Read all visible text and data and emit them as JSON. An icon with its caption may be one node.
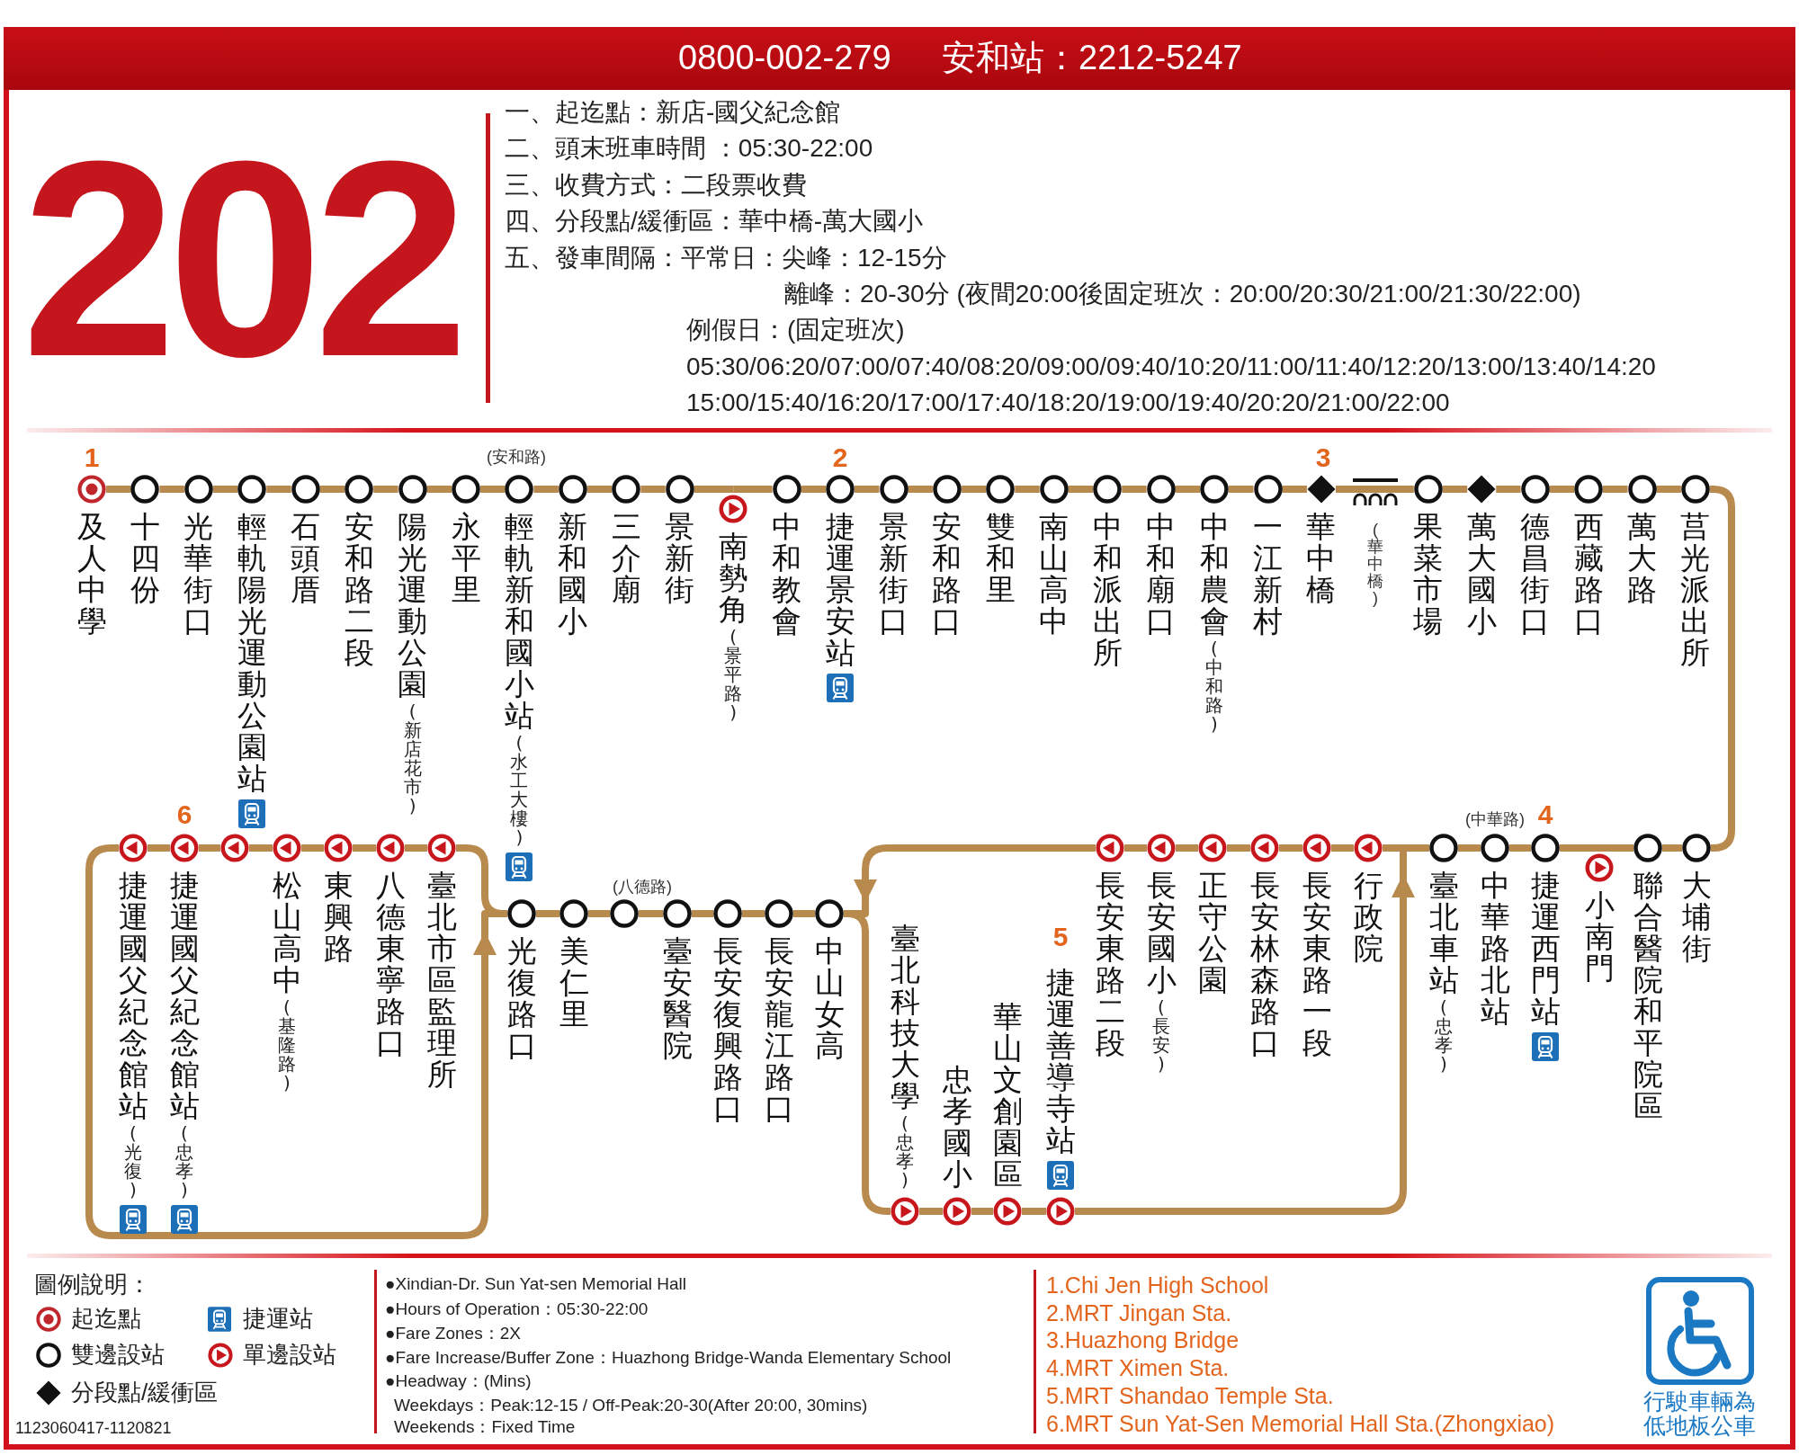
{
  "diagram": {
    "title": "202",
    "nodes": [
      {
        "text": [
          "及人中學"
        ]
      },
      {
        "text": [
          "十四份"
        ]
      },
      {
        "text": [
          "光華街口"
        ]
      },
      {
        "text": [
          "輕軌陽光運動公園站"
        ]
      },
      {
        "text": [
          "石頭厝"
        ]
      },
      {
        "text": [
          "安和路二段"
        ]
      },
      {
        "text": [
          "陽光運動公園",
          "(新店花市)"
        ]
      },
      {
        "text": [
          "永平里"
        ]
      },
      {
        "text": [
          "輕軌新和國小站",
          "(水工大樓)"
        ]
      },
      {
        "text": [
          "新和國小"
        ]
      },
      {
        "text": [
          "三介廟"
        ]
      },
      {
        "text": [
          "景新街"
        ]
      },
      {
        "text": [
          "南勢角",
          "(景平路)"
        ]
      },
      {
        "text": [
          "中和教會"
        ]
      },
      {
        "text": [
          "捷運景安站"
        ]
      },
      {
        "text": [
          "景新街口"
        ]
      },
      {
        "text": [
          "安和路口"
        ]
      },
      {
        "text": [
          "雙和里"
        ]
      },
      {
        "text": [
          "南山高中"
        ]
      },
      {
        "text": [
          "中和派出所"
        ]
      },
      {
        "text": [
          "中和廟口"
        ]
      },
      {
        "text": [
          "中和農會",
          "(中和路)"
        ]
      },
      {
        "text": [
          "一江新村"
        ]
      },
      {
        "text": [
          "華中橋"
        ]
      },
      {
        "text": [
          "果菜市場"
        ]
      },
      {
        "text": [
          "萬大國小"
        ]
      },
      {
        "text": [
          "德昌街口"
        ]
      },
      {
        "text": [
          "西藏路口"
        ]
      },
      {
        "text": [
          "萬大路"
        ]
      },
      {
        "text": [
          "莒光派出所"
        ]
      },
      {
        "text": [
          "大埔街"
        ]
      },
      {
        "text": [
          "聯合醫院和平院區"
        ]
      },
      {
        "text": [
          "小南門"
        ]
      },
      {
        "text": [
          "捷運西門站"
        ]
      },
      {
        "text": [
          "中華路北站"
        ]
      },
      {
        "text": [
          "臺北車站",
          "(忠孝)"
        ]
      },
      {
        "text": [
          "行政院"
        ]
      },
      {
        "text": [
          "長安東路一段"
        ]
      },
      {
        "text": [
          "長安林森路口"
        ]
      },
      {
        "text": [
          "正守公園"
        ]
      },
      {
        "text": [
          "長安國小",
          "(長安)"
        ]
      },
      {
        "text": [
          "長安東路二段"
        ]
      },
      {
        "text": [
          "中山女高"
        ]
      },
      {
        "text": [
          "長安龍江路口"
        ]
      },
      {
        "text": [
          "長安復興路口"
        ]
      },
      {
        "text": [
          "臺安醫院"
        ]
      },
      {
        "text": [],
        "shape": "circle"
      },
      {
        "text": [
          "美仁里"
        ]
      },
      {
        "text": [
          "光復路口"
        ]
      },
      {
        "text": [
          "臺北市區監理所"
        ]
      },
      {
        "text": [
          "八德東寧路口"
        ]
      },
      {
        "text": [
          "東興路"
        ]
      },
      {
        "text": [
          "松山高中",
          "(基隆路)"
        ]
      },
      {
        "text": [],
        "shape": "circle"
      },
      {
        "text": [
          "捷運國父紀念館站",
          "(忠孝)"
        ]
      },
      {
        "text": [
          "捷運國父紀念館站",
          "(光復)"
        ]
      },
      {
        "text": [
          "臺北科技大學",
          "(忠孝)"
        ]
      },
      {
        "text": [
          "忠孝國小"
        ]
      },
      {
        "text": [
          "華山文創園區"
        ]
      },
      {
        "text": [
          "捷運善導寺站"
        ]
      }
    ],
    "edges": [
      {
        "from": 0,
        "to": 1,
        "arrow": "none"
      },
      {
        "from": 1,
        "to": 2,
        "arrow": "none"
      },
      {
        "from": 2,
        "to": 3,
        "arrow": "none"
      },
      {
        "from": 3,
        "to": 4,
        "arrow": "none"
      },
      {
        "from": 4,
        "to": 5,
        "arrow": "none"
      },
      {
        "from": 5,
        "to": 6,
        "arrow": "none"
      },
      {
        "from": 6,
        "to": 7,
        "arrow": "none"
      },
      {
        "from": 7,
        "to": 8,
        "arrow": "none"
      },
      {
        "from": 8,
        "to": 9,
        "arrow": "none"
      },
      {
        "from": 9,
        "to": 10,
        "arrow": "none"
      },
      {
        "from": 10,
        "to": 11,
        "arrow": "none"
      },
      {
        "from": 11,
        "to": 12,
        "arrow": "none"
      },
      {
        "from": 12,
        "to": 13,
        "arrow": "none"
      },
      {
        "from": 13,
        "to": 14,
        "arrow": "none"
      },
      {
        "from": 14,
        "to": 15,
        "arrow": "none"
      },
      {
        "from": 15,
        "to": 16,
        "arrow": "none"
      },
      {
        "from": 16,
        "to": 17,
        "arrow": "none"
      },
      {
        "from": 17,
        "to": 18,
        "arrow": "none"
      },
      {
        "from": 18,
        "to": 19,
        "arrow": "none"
      },
      {
        "from": 19,
        "to": 20,
        "arrow": "none"
      },
      {
        "from": 20,
        "to": 21,
        "arrow": "none"
      },
      {
        "from": 21,
        "to": 22,
        "arrow": "none"
      },
      {
        "from": 22,
        "to": 23,
        "arrow": "none"
      },
      {
        "from": 23,
        "to": 24,
        "arrow": "none"
      },
      {
        "from": 24,
        "to": 25,
        "arrow": "none"
      },
      {
        "from": 25,
        "to": 26,
        "arrow": "none"
      },
      {
        "from": 26,
        "to": 27,
        "arrow": "none"
      },
      {
        "from": 27,
        "to": 28,
        "arrow": "none"
      },
      {
        "from": 28,
        "to": 29,
        "arrow": "none"
      },
      {
        "from": 29,
        "to": 30,
        "arrow": "none"
      },
      {
        "from": 30,
        "to": 31,
        "arrow": "none"
      },
      {
        "from": 31,
        "to": 32,
        "arrow": "none"
      },
      {
        "from": 32,
        "to": 33,
        "arrow": "none"
      },
      {
        "from": 33,
        "to": 34,
        "arrow": "none"
      },
      {
        "from": 34,
        "to": 35,
        "arrow": "none"
      },
      {
        "from": 35,
        "to": 36,
        "arrow": "none"
      },
      {
        "from": 36,
        "to": 37,
        "arrow": "none"
      },
      {
        "from": 37,
        "to": 38,
        "arrow": "none"
      },
      {
        "from": 38,
        "to": 39,
        "arrow": "none"
      },
      {
        "from": 39,
        "to": 40,
        "arrow": "none"
      },
      {
        "from": 40,
        "to": 41,
        "arrow": "none"
      },
      {
        "from": 41,
        "to": 42,
        "arrow": "to"
      },
      {
        "from": 42,
        "to": 43,
        "arrow": "none"
      },
      {
        "from": 43,
        "to": 44,
        "arrow": "none"
      },
      {
        "from": 44,
        "to": 45,
        "arrow": "none"
      },
      {
        "from": 45,
        "to": 46,
        "arrow": "none"
      },
      {
        "from": 46,
        "to": 47,
        "arrow": "none"
      },
      {
        "from": 47,
        "to": 48,
        "arrow": "none"
      },
      {
        "from": 48,
        "to": 49,
        "arrow": "none"
      },
      {
        "from": 49,
        "to": 50,
        "arrow": "none"
      },
      {
        "from": 50,
        "to": 51,
        "arrow": "none"
      },
      {
        "from": 51,
        "to": 52,
        "arrow": "none"
      },
      {
        "from": 52,
        "to": 53,
        "arrow": "none"
      },
      {
        "from": 53,
        "to": 54,
        "arrow": "none"
      },
      {
        "from": 54,
        "to": 55,
        "arrow": "none"
      },
      {
        "from": 55,
        "to": 48,
        "arrow": "to"
      },
      {
        "from": 42,
        "to": 56,
        "arrow": "none"
      },
      {
        "from": 56,
        "to": 57,
        "arrow": "none"
      },
      {
        "from": 57,
        "to": 58,
        "arrow": "none"
      },
      {
        "from": 58,
        "to": 59,
        "arrow": "none"
      },
      {
        "from": 59,
        "to": 35,
        "arrow": "to"
      }
    ],
    "labels": [
      "0800-002-279",
      "安和站：2212-5247",
      "一、起迄點：新店-國父紀念館",
      "二、頭末班車時間 ：05:30-22:00",
      "三、收費方式：二段票收費",
      "四、分段點/緩衝區：華中橋-萬大國小",
      "五、發車間隔：平常日：尖峰：12-15分",
      "離峰：20-30分 (夜間20:00後固定班次：20:00/20:30/21:00/21:30/22:00)",
      "例假日：(固定班次)",
      "05:30/06:20/07:00/07:40/08:20/09:00/09:40/10:20/11:00/11:40/12:20/13:00/13:40/14:20",
      "15:00/15:40/16:20/17:00/17:40/18:20/19:00/19:40/20:20/21:00/22:00",
      "1",
      "(安和路)",
      "2",
      "3",
      "(華中橋)",
      "6",
      "(中華路)",
      "4",
      "(八德路)",
      "5",
      "圖例說明：",
      "1123060417-1120821",
      "●Xindian-Dr. Sun Yat-sen Memorial Hall",
      "●Hours of Operation：05:30-22:00",
      "●Fare Zones：2X",
      "●Fare Increase/Buffer Zone：Huazhong Bridge-Wanda Elementary School",
      "●Headway：(Mins)",
      "Weekdays：Peak:12-15 / Off-Peak:20-30(After 20:00, 30mins)",
      "Weekends：Fixed Time",
      "1.Chi Jen High School",
      "2.MRT Jingan Sta.",
      "3.Huazhong Bridge",
      "4.MRT Ximen Sta.",
      "5.MRT Shandao Temple Sta.",
      "6.MRT Sun Yat-Sen Memorial Hall Sta.(Zhongxiao)",
      "行駛車輛為低地板公車"
    ],
    "legend": [
      {
        "text": "起迄點"
      },
      {
        "text": "捷運站"
      },
      {
        "text": "雙邊設站"
      },
      {
        "text": "單邊設站"
      },
      {
        "text": "分段點/緩衝區"
      }
    ]
  }
}
